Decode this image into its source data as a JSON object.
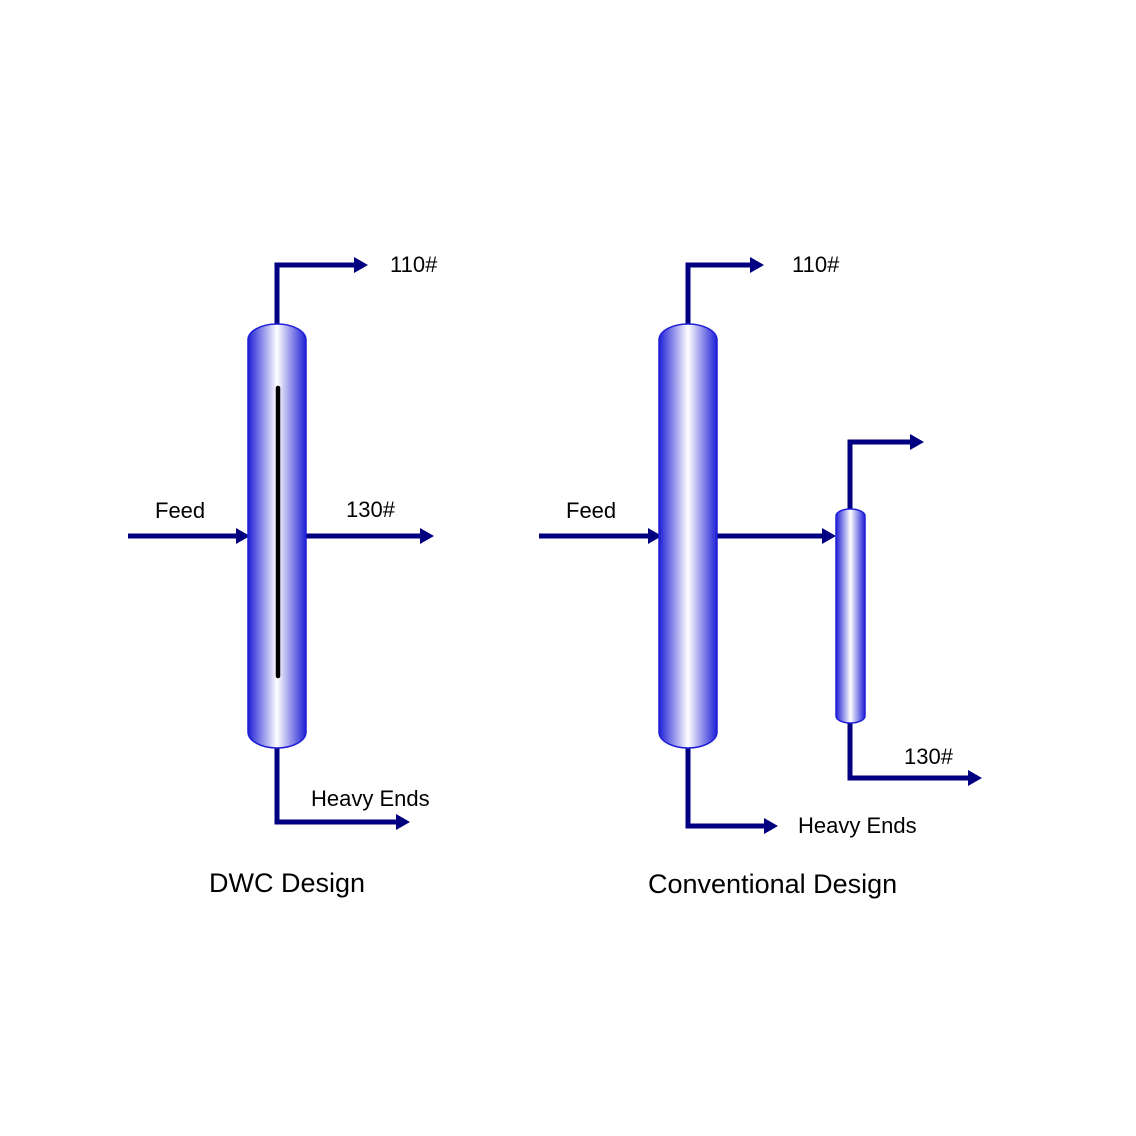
{
  "colors": {
    "pipe": "#000080",
    "column_edge": "#1f1fd6",
    "column_highlight": "#ffffff",
    "partition": "#000000",
    "background": "#ffffff"
  },
  "dwc": {
    "title": "DWC Design",
    "feed_label": "Feed",
    "top_product": "110#",
    "side_product": "130#",
    "bottom_product": "Heavy Ends"
  },
  "conventional": {
    "title": "Conventional Design",
    "feed_label": "Feed",
    "top_product": "110#",
    "side_product": "130#",
    "bottom_product": "Heavy Ends"
  }
}
